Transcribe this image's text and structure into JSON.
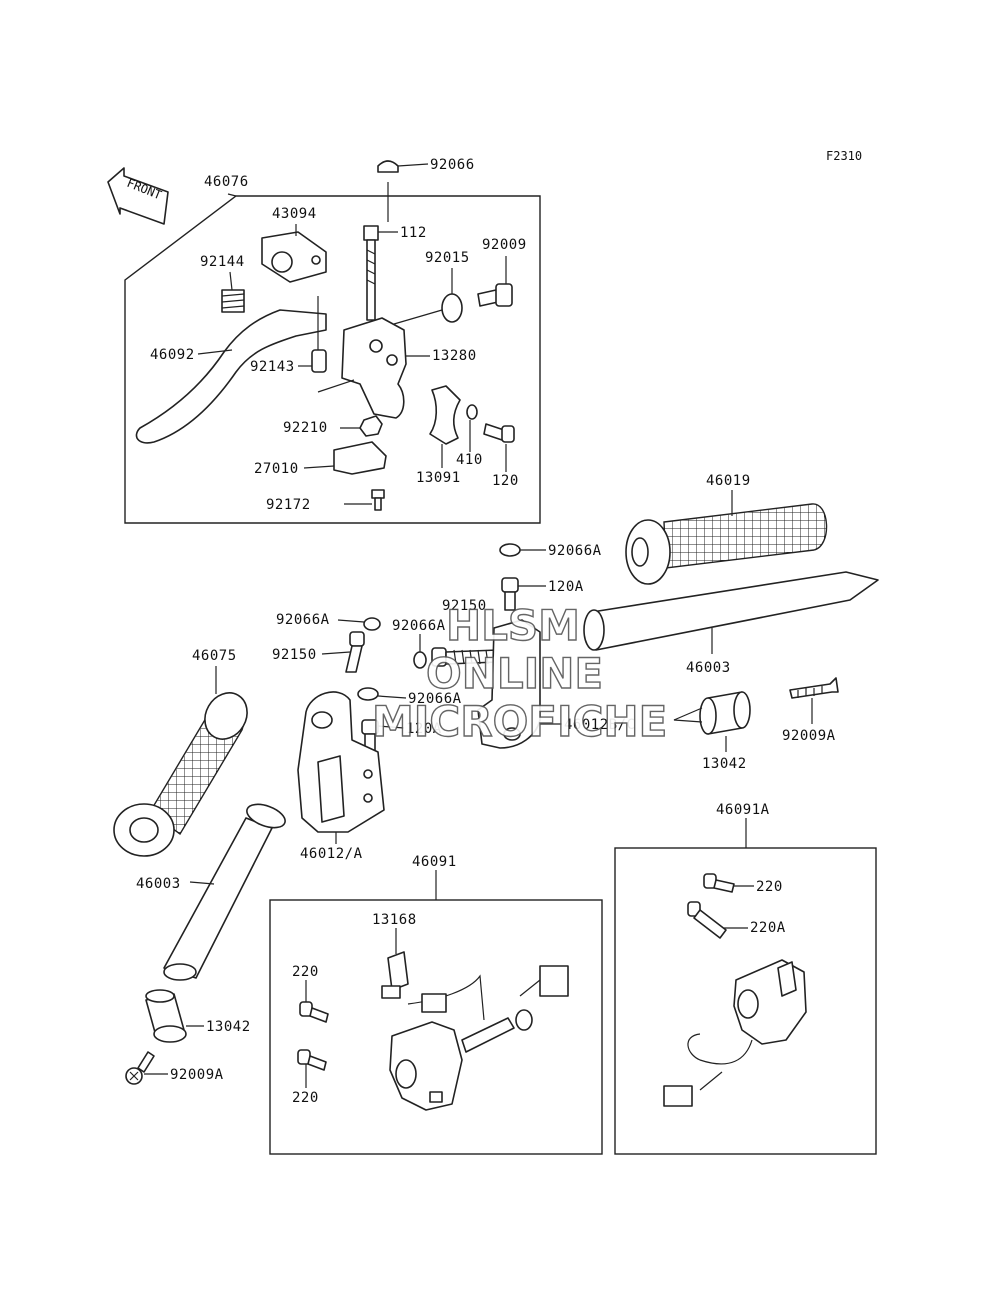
{
  "figure_code": "F2310",
  "front_label": "FRONT",
  "watermark": {
    "line1": "HLSM",
    "line2": "ONLINE",
    "line3": "MICROFICHE"
  },
  "labels": {
    "p92066": "92066",
    "p46076": "46076",
    "p43094": "43094",
    "p112": "112",
    "p92015": "92015",
    "p92009": "92009",
    "p92144": "92144",
    "p46092": "46092",
    "p92143": "92143",
    "p13280": "13280",
    "p92210": "92210",
    "p410": "410",
    "p13091": "13091",
    "p120": "120",
    "p27010": "27010",
    "p92172": "92172",
    "p46019": "46019",
    "p92066A_a": "92066A",
    "p120A_a": "120A",
    "p92150_a": "92150",
    "p92066A_b": "92066A",
    "p92066A_c": "92066A",
    "p92150_b": "92150",
    "p46075": "46075",
    "p92066A_d": "92066A",
    "p120A_b": "120A",
    "p46012BC": "46012B/C",
    "p46003_a": "46003",
    "p92009A_a": "92009A",
    "p13042_a": "13042",
    "p46012A": "46012/A",
    "p46091A": "46091A",
    "p46091": "46091",
    "p46003_b": "46003",
    "p220_a": "220",
    "p220A": "220A",
    "p13168": "13168",
    "p220_b": "220",
    "p220_c": "220",
    "p13042_b": "13042",
    "p92009A_b": "92009A"
  }
}
